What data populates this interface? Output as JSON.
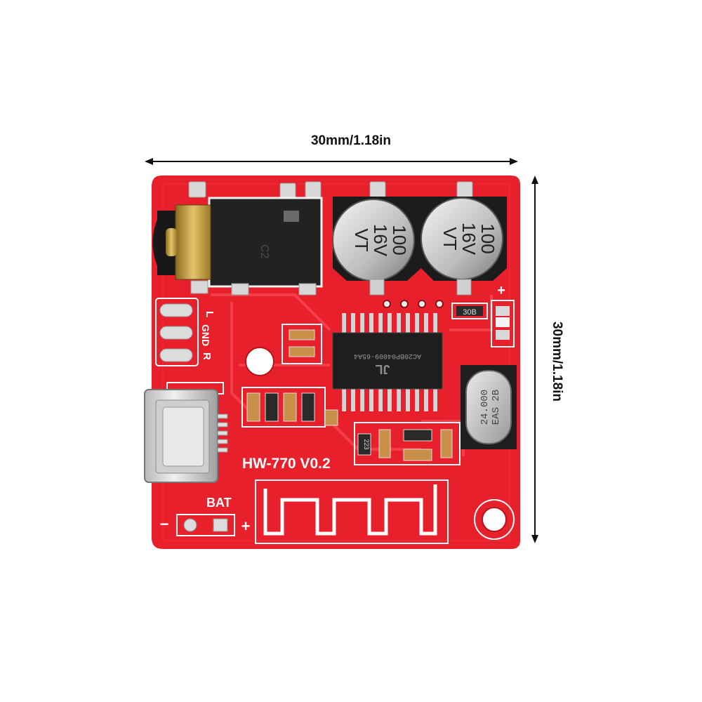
{
  "dimensions": {
    "width_label": "30mm/1.18in",
    "height_label": "30mm/1.18in"
  },
  "board": {
    "name": "HW-770 V0.2",
    "color_pcb": "#e8202b",
    "color_silk": "#ffffff",
    "pin_labels": [
      "L",
      "GND",
      "R"
    ],
    "battery_label": "BAT",
    "battery_minus": "−",
    "battery_plus": "+",
    "led_plus": "+"
  },
  "components": {
    "capacitor_left": {
      "lines": [
        "100",
        "16V",
        "VT"
      ]
    },
    "capacitor_right": {
      "lines": [
        "100",
        "16V",
        "VT"
      ]
    },
    "chip": {
      "marking": "AC20BP04009-65A4",
      "logo": "JL"
    },
    "crystal": {
      "lines": [
        "24.000",
        "EAS 2B"
      ]
    },
    "resistor_top_right": "30B",
    "resistor_mid": "223",
    "jack_marking": "C2"
  }
}
